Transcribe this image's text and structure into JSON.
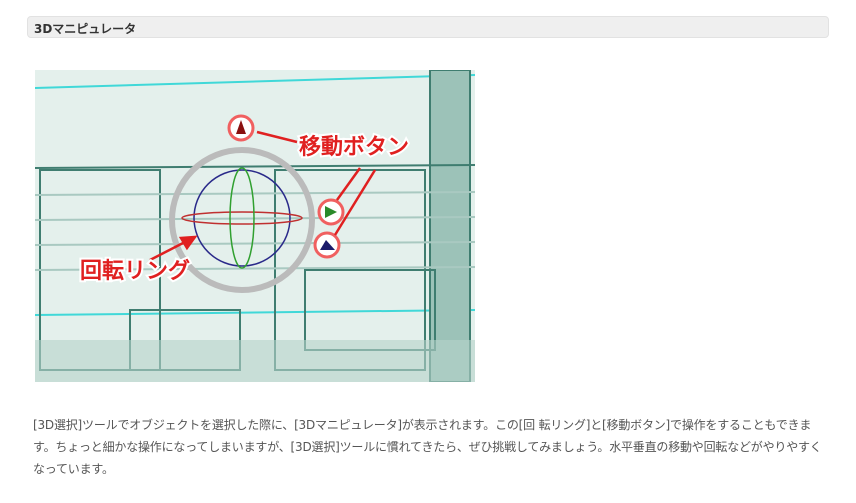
{
  "section": {
    "title": "3Dマニピュレータ"
  },
  "figure": {
    "label_move_button": "移動ボタン",
    "label_rotation_ring": "回転リング"
  },
  "description": "[3D選択]ツールでオブジェクトを選択した際に、[3Dマニピュレータ]が表示されます。この[回 転リング]と[移動ボタン]で操作をすることもできます。ちょっと細かな操作になってしまいますが、[3D選択]ツールに慣れてきたら、ぜひ挑戦してみましょう。水平垂直の移動や回転などがやりやすくなっています。"
}
